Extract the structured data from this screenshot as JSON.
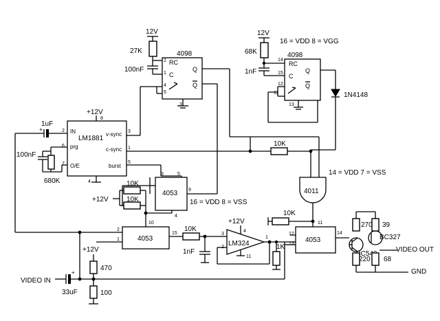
{
  "components": {
    "supply_12v": "12V",
    "supply_plus12v": "+12V",
    "r_27k": "27K",
    "r_68k": "68K",
    "r_10k": "10K",
    "r_680k": "680K",
    "r_1k": "1K",
    "r_470": "470",
    "r_100": "100",
    "r_270": "270",
    "r_39": "39",
    "r_220": "220",
    "r_68": "68",
    "c_100nf": "100nF",
    "c_1nf": "1nF",
    "c_1uf": "1uF",
    "c_33uf": "33uF",
    "ic_4098": "4098",
    "ic_lm1881": "LM1881",
    "ic_4053": "4053",
    "ic_4011": "4011",
    "ic_lm324": "LM324",
    "d_1n4148": "1N4148",
    "q_bc549": "BC549",
    "q_bc327": "BC327"
  },
  "pins": {
    "rc": "RC",
    "c": "C",
    "q": "Q",
    "in": "IN",
    "prg": "prg",
    "oe": "O/E",
    "vsync": "v-sync",
    "csync": "c-sync",
    "burst": "burst",
    "p1": "1",
    "p2": "2",
    "p3": "3",
    "p4": "4",
    "p5": "5",
    "p6": "6",
    "p7": "7",
    "p8": "8",
    "p9": "9",
    "p10": "10",
    "p11": "11",
    "p12": "12",
    "p13": "13",
    "p14": "14",
    "p15": "15"
  },
  "notes": {
    "power_4098": "16 = VDD    8 = VGG",
    "power_4011": "14 = VDD    7 = VSS",
    "power_4053": "16 = VDD    8 = VSS"
  },
  "io": {
    "video_in": "VIDEO IN",
    "video_out": "VIDEO OUT",
    "gnd": "GND"
  }
}
